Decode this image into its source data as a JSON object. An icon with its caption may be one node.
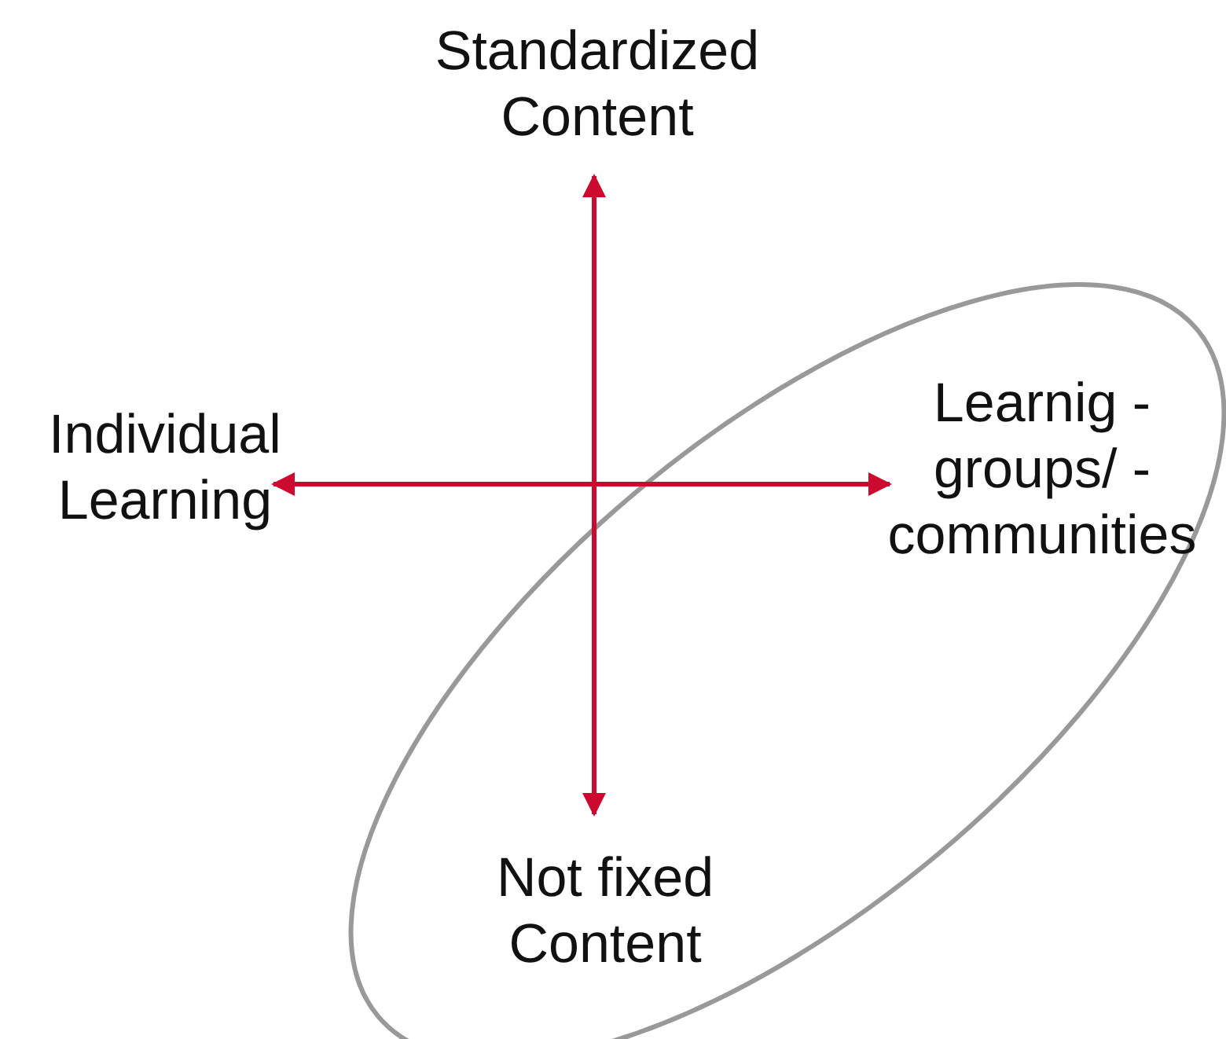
{
  "diagram": {
    "labels": [
      "Standardized Content",
      "Individual Learning",
      "Learnig -groups/ -communities",
      "Not fixed Content"
    ]
  }
}
